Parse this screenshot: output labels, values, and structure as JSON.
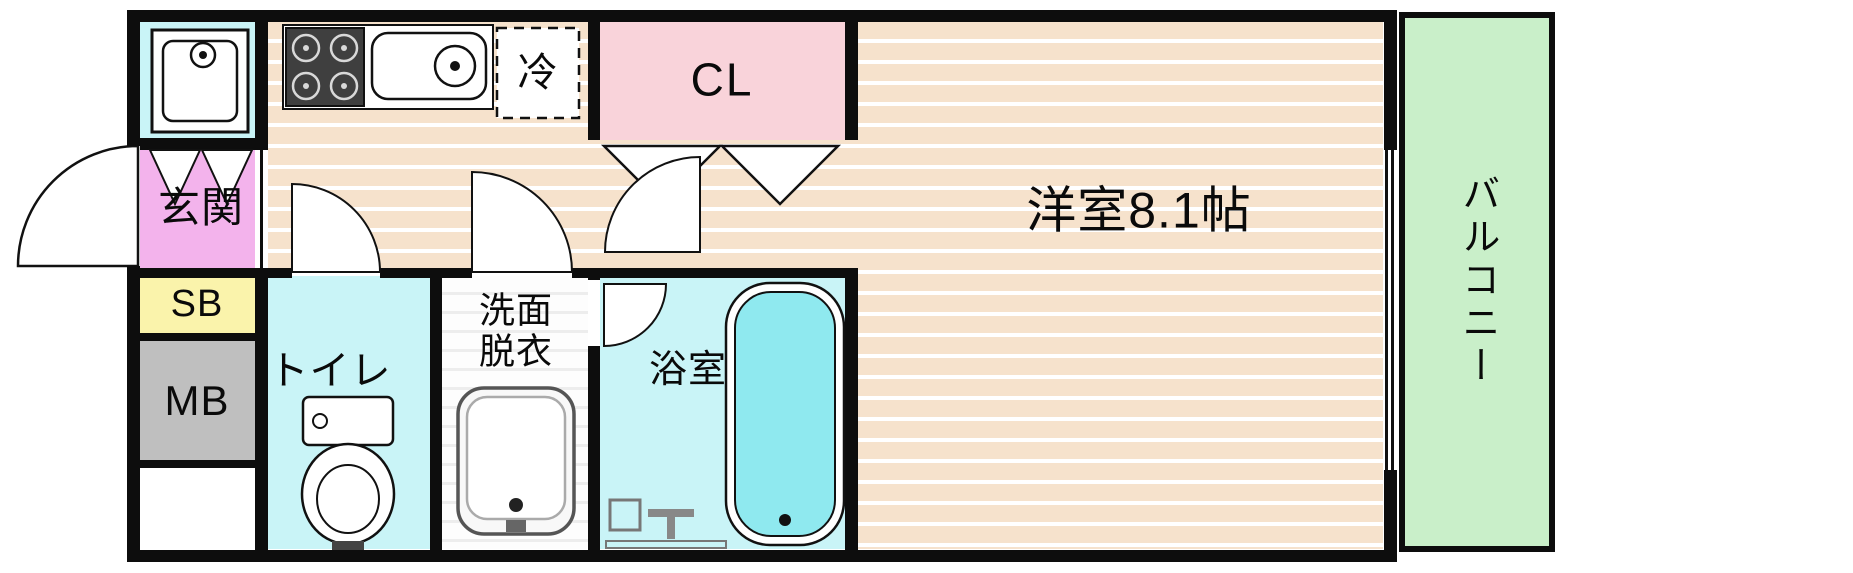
{
  "floorplan": {
    "rooms": {
      "entrance": {
        "label": "玄関"
      },
      "closet": {
        "label": "CL"
      },
      "fridge": {
        "label": "冷"
      },
      "main_room": {
        "label": "洋室8.1帖"
      },
      "balcony": {
        "label": "バルコニー"
      },
      "shoe_box": {
        "label": "SB"
      },
      "meter_box": {
        "label": "MB"
      },
      "toilet": {
        "label": "トイレ"
      },
      "washroom": {
        "label": "洗面\n脱衣"
      },
      "bathroom": {
        "label": "浴室"
      }
    },
    "colors": {
      "wall": "#0d0d0d",
      "floor_base": "#f6e2cc",
      "floor_line": "#ffffff",
      "wet_room_cyan": "#c9f4f7",
      "closet_pink": "#f9d3da",
      "entrance_pink": "#f3b3ec",
      "shoe_box_yellow": "#faf3ab",
      "meter_box_gray": "#bfbfbf",
      "balcony_green": "#c9efc9",
      "bathtub_cyan": "#8fe9ef"
    }
  }
}
